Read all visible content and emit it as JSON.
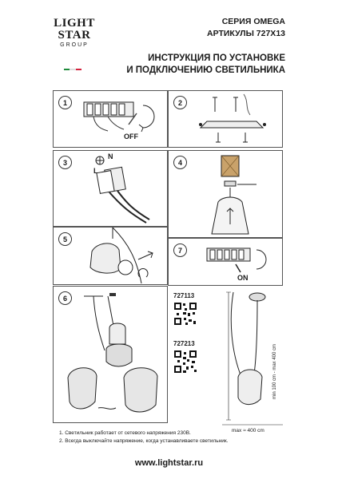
{
  "brand": {
    "line1": "LIGHT",
    "line2": "STAR",
    "line3": "GROUP",
    "flag_colors": [
      "#1d8a3a",
      "#ffffff",
      "#d4213d"
    ]
  },
  "header": {
    "series": "СЕРИЯ OMEGA",
    "articles": "АРТИКУЛЫ 727X13",
    "title_line1": "ИНСТРУКЦИЯ ПО УСТАНОВКЕ",
    "title_line2": "И ПОДКЛЮЧЕНИЮ СВЕТИЛЬНИКА"
  },
  "steps": [
    {
      "number": "1",
      "label": "OFF"
    },
    {
      "number": "2"
    },
    {
      "number": "3",
      "label_n": "N",
      "label_l": "L"
    },
    {
      "number": "4"
    },
    {
      "number": "5"
    },
    {
      "number": "6"
    },
    {
      "number": "7",
      "label": "ON"
    }
  ],
  "products": [
    {
      "code": "727113"
    },
    {
      "code": "727213"
    }
  ],
  "dimensions": {
    "height": "min 100 cm - max 400 cm",
    "width": "max ≈ 400 cm"
  },
  "notes": [
    "1. Светильник работает от сетевого напряжения 230В.",
    "2. Всегда выключайте напряжение, когда устанавливаете светильник."
  ],
  "footer": {
    "url": "www.lightstar.ru"
  }
}
